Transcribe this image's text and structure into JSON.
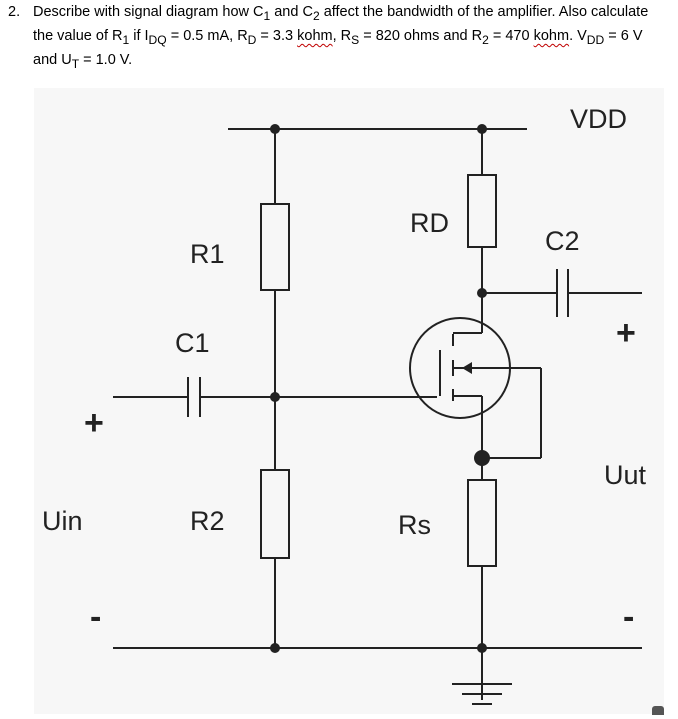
{
  "question": {
    "number": "2.",
    "intro": "Describe with signal diagram how C",
    "c1_sub": "1",
    "and_c": " and C",
    "c2_sub": "2",
    "mid": " affect the bandwidth of the amplifier. Also calculate the value of R",
    "r1_sub": "1",
    "if_i": " if I",
    "idq_sub": "DQ",
    "idq_val": " = 0.5 mA, R",
    "rd_sub": "D",
    "rd_eq": " = 3.3 ",
    "kohm1": "kohm",
    "rs_pre": ", R",
    "rs_sub": "S",
    "rs_val": " = 820 ohms and R",
    "r2_sub": "2",
    "r2_eq": " = 470 ",
    "kohm2": "kohm",
    "vdd_pre": ". V",
    "vdd_sub": "DD",
    "vdd_val": " = 6 V and U",
    "ut_sub": "T",
    "ut_val": " = 1.0 V."
  },
  "circuit": {
    "vdd_label": "VDD",
    "rd_label": "RD",
    "c2_label": "C2",
    "r1_label": "R1",
    "c1_label": "C1",
    "r2_label": "R2",
    "rs_label": "Rs",
    "uin_label": "Uin",
    "uut_label": "Uut",
    "plus_left": "+",
    "minus_left": "-",
    "plus_right": "+",
    "minus_right": "-"
  },
  "colors": {
    "wire": "#222222",
    "background": "#f7f7f7",
    "spell_underline": "#c00000"
  }
}
